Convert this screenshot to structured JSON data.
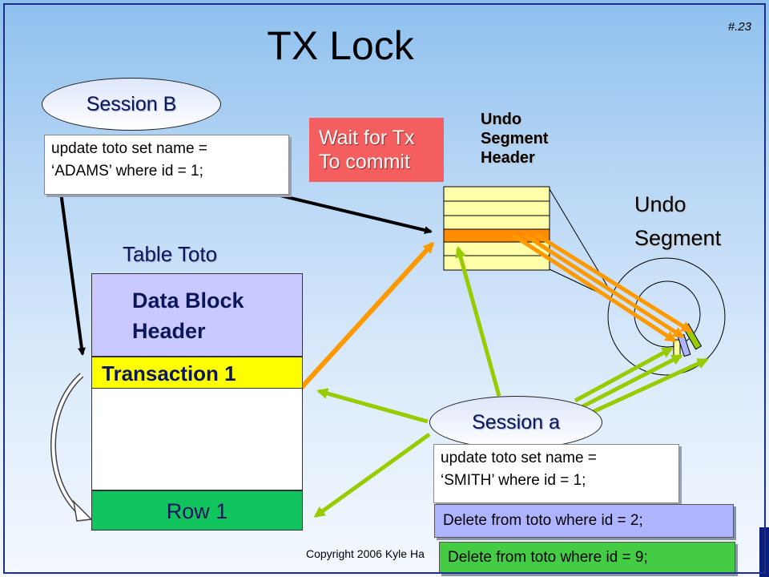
{
  "slide": {
    "title": "TX Lock",
    "slide_number": "#.23",
    "copyright": "Copyright 2006 Kyle Ha"
  },
  "session_b": {
    "label": "Session B",
    "sql_line1": "update toto set name =",
    "sql_line2": "‘ADAMS’ where id = 1;"
  },
  "wait_box": {
    "line1": "Wait for Tx",
    "line2": "To commit"
  },
  "undo_header": {
    "line1": "Undo",
    "line2": "Segment",
    "line3": "Header"
  },
  "undo_segment": {
    "line1": "Undo",
    "line2": "Segment"
  },
  "table": {
    "label": "Table Toto",
    "header_line1": "Data Block",
    "header_line2": "Header",
    "transaction": "Transaction 1",
    "row": "Row 1"
  },
  "session_a": {
    "label": "Session a",
    "sql_line1": "update toto set name =",
    "sql_line2": "‘SMITH’ where id = 1;",
    "delete1": "Delete from toto where id = 2;",
    "delete2": "Delete from toto where id = 9;"
  },
  "colors": {
    "wait_box": "#f45e5e",
    "transaction": "#ffff00",
    "row": "#12c45e",
    "data_block_header": "#c9c9ff",
    "undo_slots": "#ffffaa",
    "active_slot": "#ff8c00",
    "arrow_orange": "#ff9900",
    "arrow_green": "#99cc00",
    "delete1_box": "#aeb4ff",
    "delete2_box": "#44cc44"
  }
}
